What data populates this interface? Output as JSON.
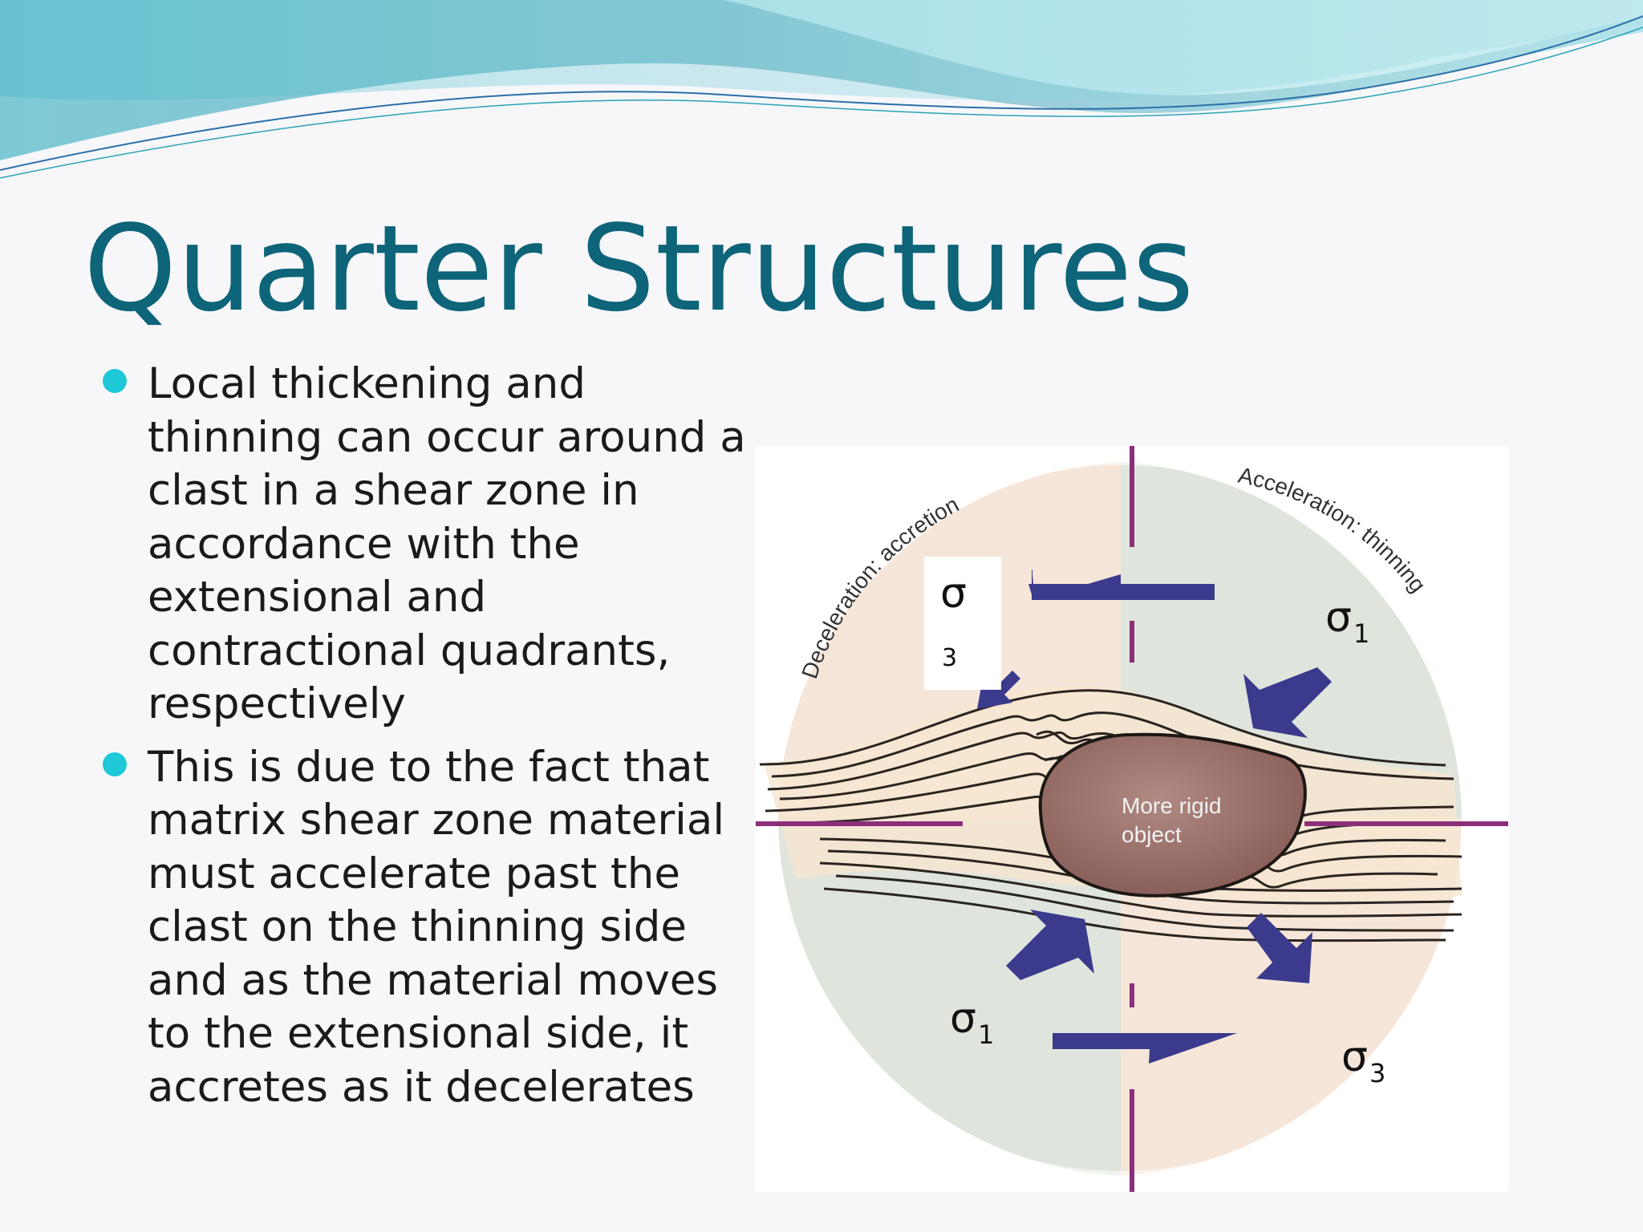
{
  "slide": {
    "title": "Quarter Structures",
    "bullets": [
      "Local thickening and thinning can occur around a clast in a shear zone in accordance with the extensional and contractional quadrants, respectively",
      "This is due to the fact that matrix shear zone material must accelerate past the clast on the thinning side and as the material moves to the extensional side, it accretes as it decelerates"
    ]
  },
  "figure": {
    "arc_left_label": "Deceleration: accretion",
    "arc_right_label": "Acceleration: thinning",
    "object_label_line1": "More rigid",
    "object_label_line2": "object",
    "sigma_symbol": "σ",
    "sigma_top_left_sub": "3",
    "sigma_top_right_sub": "1",
    "sigma_bottom_left_sub": "1",
    "sigma_bottom_right_sub": "3"
  },
  "colors": {
    "title": "#0e6479",
    "bullet": "#1ec8d6",
    "arrow": "#3b3a8c",
    "axis_line": "#8c2f7a",
    "rigid_object": "#9a6e68",
    "accretion_quadrant": "#f5dcc4",
    "thinning_quadrant": "#d5dcd0"
  }
}
